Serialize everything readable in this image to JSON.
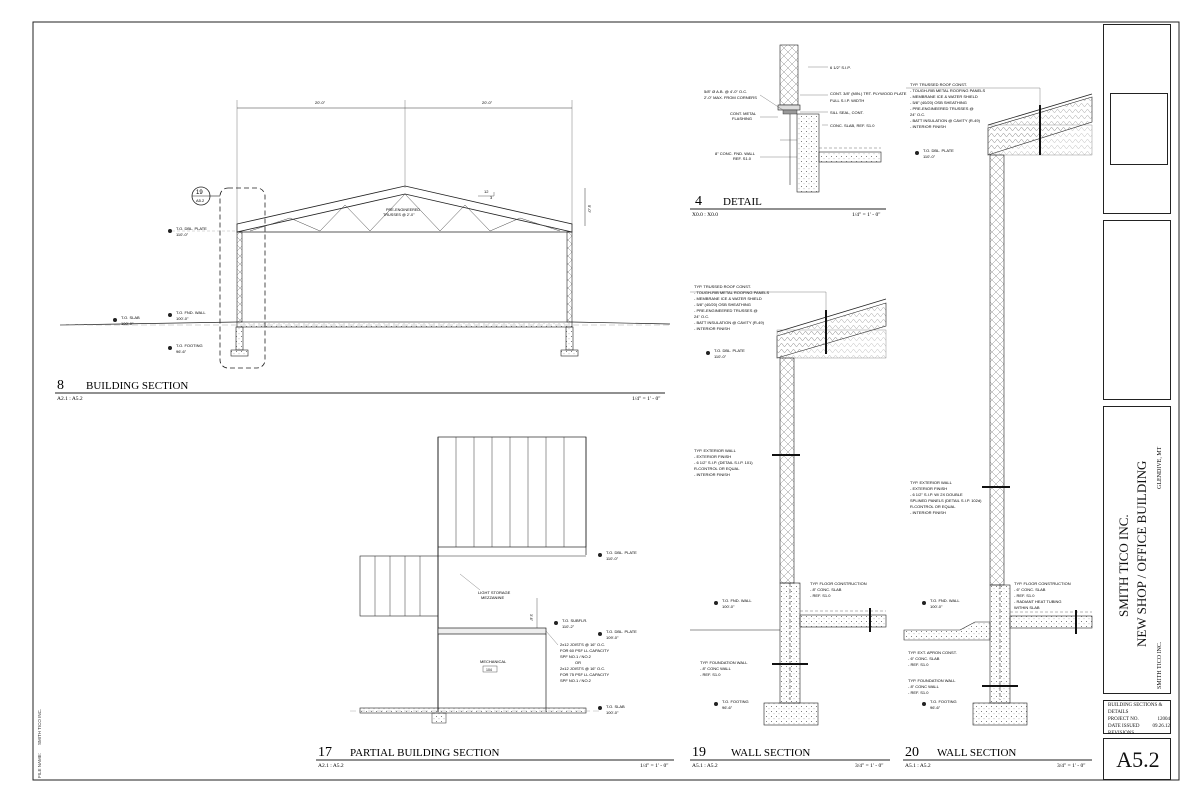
{
  "sheet": {
    "number": "A5.2",
    "client": "SMITH TICO INC.",
    "project": "NEW SHOP / OFFICE BUILDING",
    "location": "GLENDIVE, MT",
    "client_small": "SMITH TICO INC.",
    "info": {
      "title": "BUILDING SECTIONS & DETAILS",
      "project_no_label": "PROJECT NO.",
      "project_no": "12004",
      "date_label": "DATE ISSUED",
      "date": "09.26.12",
      "revisions_label": "REVISIONS"
    },
    "side_notes": [
      "FILE NAME:",
      "SMITH TICO INC."
    ]
  },
  "views": {
    "building_section": {
      "number": "8",
      "title": "BUILDING SECTION",
      "ref": "A2.1 : A5.2",
      "scale": "1/4\" = 1' - 0\"",
      "callout_top": "19",
      "callout_bottom": "A5.2",
      "dim_left": "20'-0\"",
      "dim_right": "20'-0\"",
      "dim_height": "5'-0\"",
      "pitch_rise": "12",
      "pitch_run": "3",
      "truss_note": [
        "PRE-ENGINEERED",
        "TRUSSES @ 2'-0\""
      ],
      "levels": [
        {
          "name": "T.O. DBL. PLATE",
          "elev": "110'-0\""
        },
        {
          "name": "T.O. FND. WALL",
          "elev": "100'-0\""
        },
        {
          "name": "T.O. SLAB",
          "elev": "100'-0\""
        },
        {
          "name": "T.O. FOOTING",
          "elev": "96'-6\""
        }
      ]
    },
    "detail": {
      "number": "4",
      "title": "DETAIL",
      "ref": "X0.0 : X0.0",
      "scale": "1/4\" = 1' - 0\"",
      "notes_right": [
        "6 1/2\" S.I.P.",
        "CONT. 3/8\" (MIN.) TRT. PLYWOOD PLATE",
        "FULL S.I.P. WIDTH",
        "SILL SEAL, CONT.",
        "CONC. SLAB, REF. S1.0"
      ],
      "notes_left": [
        "5/8\" Ø A.B. @ 4'-0\" O.C.",
        "2'-0\" MAX. FROM CORNERS",
        "CONT. METAL",
        "FLASHING",
        "8\" CONC. FND. WALL",
        "REF. S1.0"
      ]
    },
    "partial_section": {
      "number": "17",
      "title": "PARTIAL BUILDING SECTION",
      "ref": "A2.1 : A5.2",
      "scale": "1/4\" = 1' - 0\"",
      "rooms": [
        "LIGHT STORAGE",
        "MEZZANINE",
        "MECHANICAL",
        "104"
      ],
      "joist_notes": [
        "2x12 JOISTS @ 16\" O.C.",
        "FOR 60 PSF LL CAPACITY",
        "SPF NO.1 / NO.2",
        "OR",
        "2x12 JOISTS @ 16\" O.C.",
        "FOR 75 PSF LL CAPACITY",
        "SPF NO.1 / NO.2"
      ],
      "dim": "3'-6\"",
      "levels": [
        {
          "name": "T.O. DBL. PLATE",
          "elev": "110'-0\""
        },
        {
          "name": "T.O. SUBFLR.",
          "elev": "110'-2\""
        },
        {
          "name": "T.O. DBL. PLATE",
          "elev": "109'-0\""
        },
        {
          "name": "T.O. SLAB",
          "elev": "100'-0\""
        }
      ]
    },
    "wall_section_19": {
      "number": "19",
      "title": "WALL SECTION",
      "ref": "A5.1 : A5.2",
      "scale": "3/4\" = 1' - 0\"",
      "roof_notes": [
        "TYP. TRUSSED ROOF CONST.",
        "- TOUGH-RIB METAL ROOFING PANELS",
        "- MEMBRANE ICE & WATER SHIELD",
        "- 5/8\" (40/20) OSB SHEATHING",
        "- PRE-ENGINEERED TRUSSES @",
        "  24\" O.C.",
        "- BATT INSULATION @ CAVITY (R-49)",
        "- INTERIOR FINISH"
      ],
      "wall_notes": [
        "TYP. EXTERIOR WALL",
        "- EXTERIOR FINISH",
        "- 6 1/2\" S.I.P. (DETAIL S.I.P. 101)",
        "  R-CONTROL OR EQUAL",
        "- INTERIOR FINISH"
      ],
      "floor_notes": [
        "TYP. FLOOR CONSTRUCTION",
        "- 8\" CONC. SLAB",
        "- REF. S1.0"
      ],
      "fnd_notes": [
        "TYP. FOUNDATION WALL",
        "- 8\" CONC WALL",
        "- REF. S1.0"
      ],
      "levels": [
        {
          "name": "T.O. DBL. PLATE",
          "elev": "110'-0\""
        },
        {
          "name": "T.O. FND. WALL",
          "elev": "100'-0\""
        },
        {
          "name": "T.O. FOOTING",
          "elev": "96'-6\""
        }
      ]
    },
    "wall_section_20": {
      "number": "20",
      "title": "WALL SECTION",
      "ref": "A5.1 : A5.2",
      "scale": "3/4\" = 1' - 0\"",
      "roof_notes": [
        "TYP. TRUSSED ROOF CONST.",
        "- TOUGH-RIB METAL ROOFING PANELS",
        "- MEMBRANE ICE & WATER SHIELD",
        "- 5/8\" (40/20) OSB SHEATHING",
        "- PRE-ENGINEERED TRUSSES @",
        "  24\" O.C.",
        "- BATT INSULATION @ CAVITY (R-49)",
        "- INTERIOR FINISH"
      ],
      "wall_notes": [
        "TYP. EXTERIOR WALL",
        "- EXTERIOR FINISH",
        "- 6 1/2\" S.I.P. W/ 2X DOUBLE",
        "  SPLINED PANELS (DETAIL S.I.P. 102d)",
        "  R-CONTROL OR EQUAL",
        "- INTERIOR FINISH"
      ],
      "floor_notes": [
        "TYP. FLOOR CONSTRUCTION",
        "- 6\" CONC. SLAB",
        "- REF. S1.0",
        "- RADIANT HEAT TUBING",
        "  WITHIN SLAB"
      ],
      "apron_notes": [
        "TYP. EXT. APRON CONST.",
        "- 6\" CONC. SLAB",
        "- REF. S1.0"
      ],
      "fnd_notes": [
        "TYP. FOUNDATION WALL",
        "- 8\" CONC WALL",
        "- REF. S1.0"
      ],
      "levels": [
        {
          "name": "T.O. DBL. PLATE",
          "elev": "110'-0\""
        },
        {
          "name": "T.O. FND. WALL",
          "elev": "100'-0\""
        },
        {
          "name": "T.O. FOOTING",
          "elev": "96'-6\""
        }
      ]
    }
  }
}
